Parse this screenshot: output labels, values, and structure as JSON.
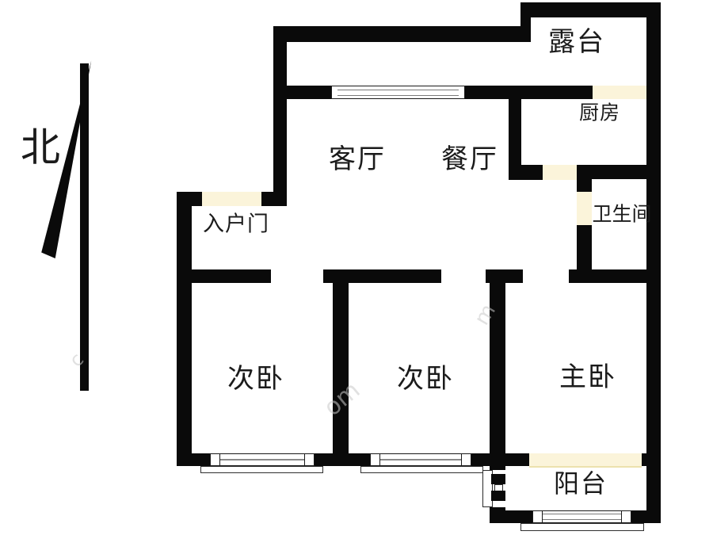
{
  "type": "floor-plan",
  "compass": {
    "label": "北"
  },
  "rooms": {
    "terrace": {
      "label": "露台"
    },
    "kitchen": {
      "label": "厨房"
    },
    "living": {
      "label": "客厅"
    },
    "dining": {
      "label": "餐厅"
    },
    "entry": {
      "label": "入户门"
    },
    "bathroom": {
      "label": "卫生间"
    },
    "bedroom_left": {
      "label": "次卧"
    },
    "bedroom_middle": {
      "label": "次卧"
    },
    "master": {
      "label": "主卧"
    },
    "balcony": {
      "label": "阳台"
    }
  },
  "colors": {
    "wall": "#0a0a0a",
    "opening_fill": "#fbf4da",
    "window_line": "#7a7a7a",
    "background": "#ffffff",
    "watermark": "#c9c9c9"
  },
  "watermarks": [
    {
      "text": "om"
    },
    {
      "text": "m"
    },
    {
      "text": "c"
    }
  ]
}
